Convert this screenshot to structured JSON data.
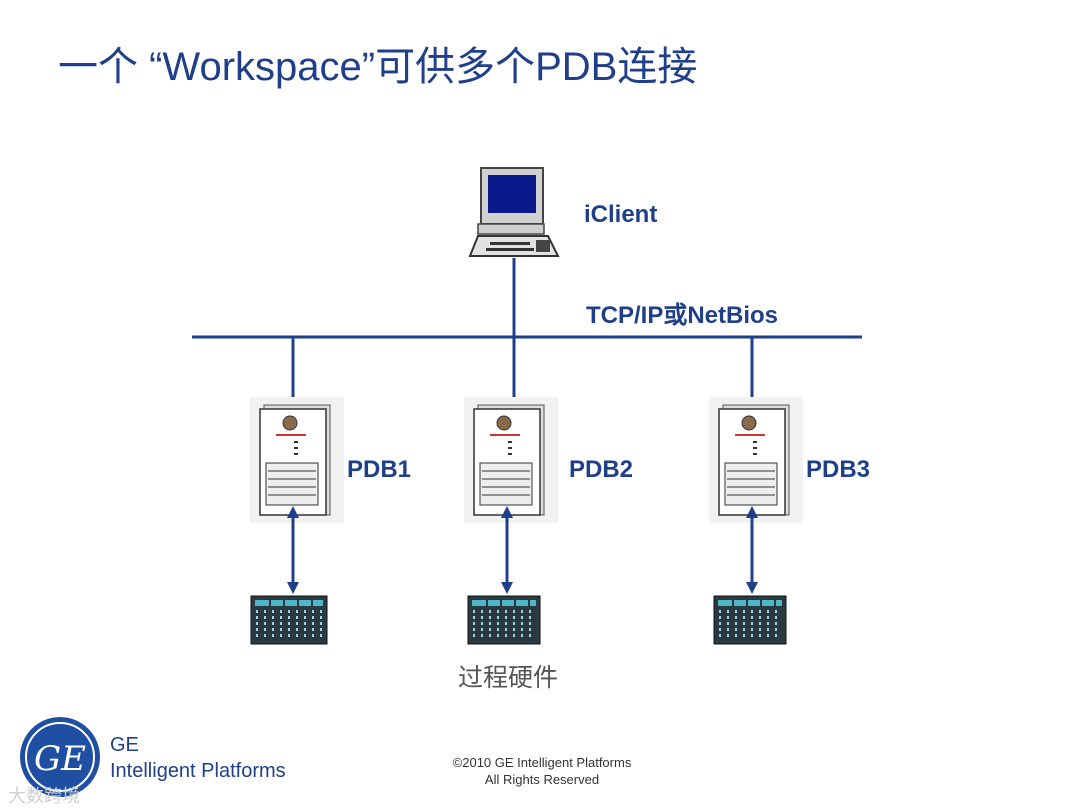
{
  "title": "一个 “Workspace”可供多个PDB连接",
  "client_label": "iClient",
  "network_label": "TCP/IP或NetBios",
  "servers": [
    {
      "label": "PDB1"
    },
    {
      "label": "PDB2"
    },
    {
      "label": "PDB3"
    }
  ],
  "hardware_label": "过程硬件",
  "logo": {
    "mark": "GE",
    "line1": "GE",
    "line2": "Intelligent Platforms"
  },
  "copyright": {
    "line1": "©2010 GE Intelligent Platforms",
    "line2": "All Rights Reserved"
  },
  "watermark": "大数跨境",
  "colors": {
    "title": "#1f3f8a",
    "line": "#1f3f8a",
    "arrow": "#1f3f8a",
    "logo": "#1e4fa3"
  }
}
